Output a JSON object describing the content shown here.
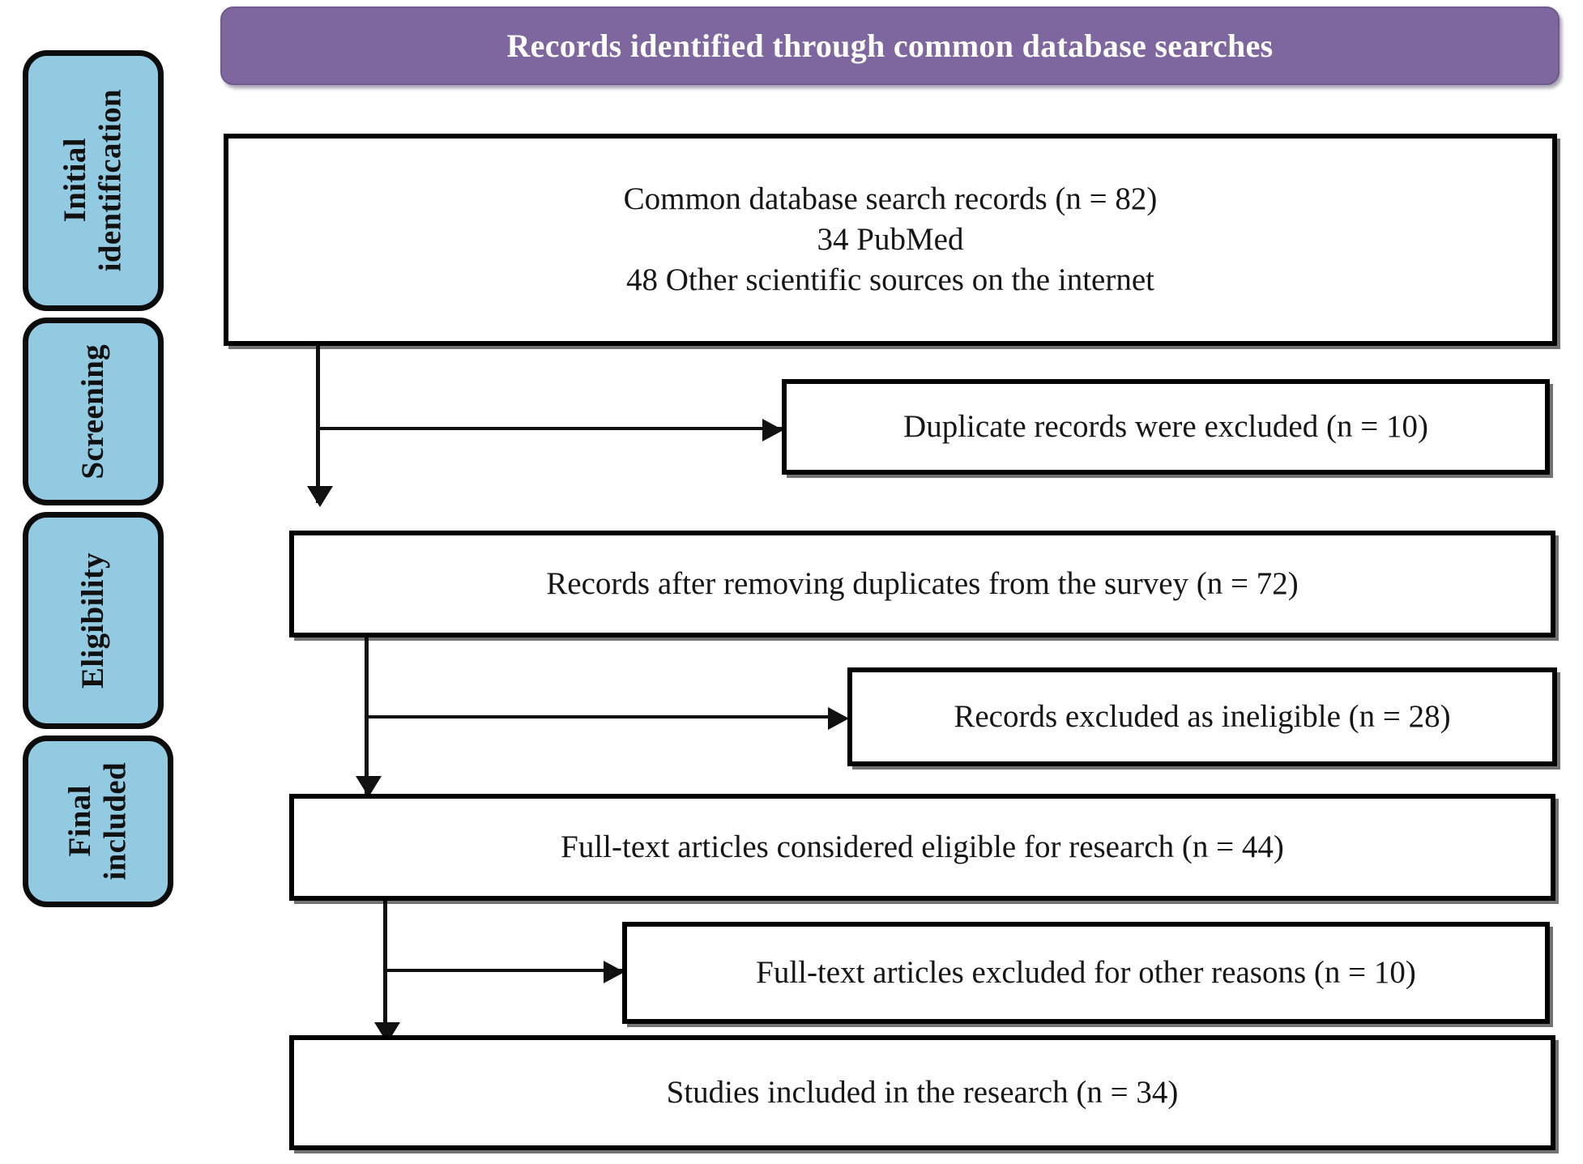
{
  "header": {
    "title": "Records identified through common database searches",
    "background_color": "#7e669f",
    "text_color": "#ffffff"
  },
  "stages": {
    "accent_color": "#92cae1",
    "items": [
      {
        "label": "Initial\nidentification"
      },
      {
        "label": "Screening"
      },
      {
        "label": "Eligibility"
      },
      {
        "label": "Final\nincluded"
      }
    ]
  },
  "flow": {
    "boxes": [
      {
        "id": "identified-records",
        "text": "Common database search records (n = 82)\n34 PubMed\n48 Other scientific sources on the internet"
      },
      {
        "id": "duplicates-excluded",
        "text": "Duplicate records were excluded (n = 10)"
      },
      {
        "id": "records-after-duplicates",
        "text": "Records after removing duplicates from the survey (n = 72)"
      },
      {
        "id": "records-excluded-ineligible",
        "text": "Records excluded as ineligible (n = 28)"
      },
      {
        "id": "fulltext-eligible",
        "text": "Full-text articles considered eligible for research (n = 44)"
      },
      {
        "id": "fulltext-excluded",
        "text": "Full-text articles excluded for other reasons (n = 10)"
      },
      {
        "id": "studies-included",
        "text": "Studies included in the research (n = 34)"
      }
    ]
  },
  "counts": {
    "identified_total": 82,
    "pubmed": 34,
    "other_internet_sources": 48,
    "duplicates_excluded": 10,
    "after_duplicates": 72,
    "excluded_ineligible": 28,
    "fulltext_eligible": 44,
    "fulltext_excluded_other": 10,
    "studies_included": 34
  }
}
